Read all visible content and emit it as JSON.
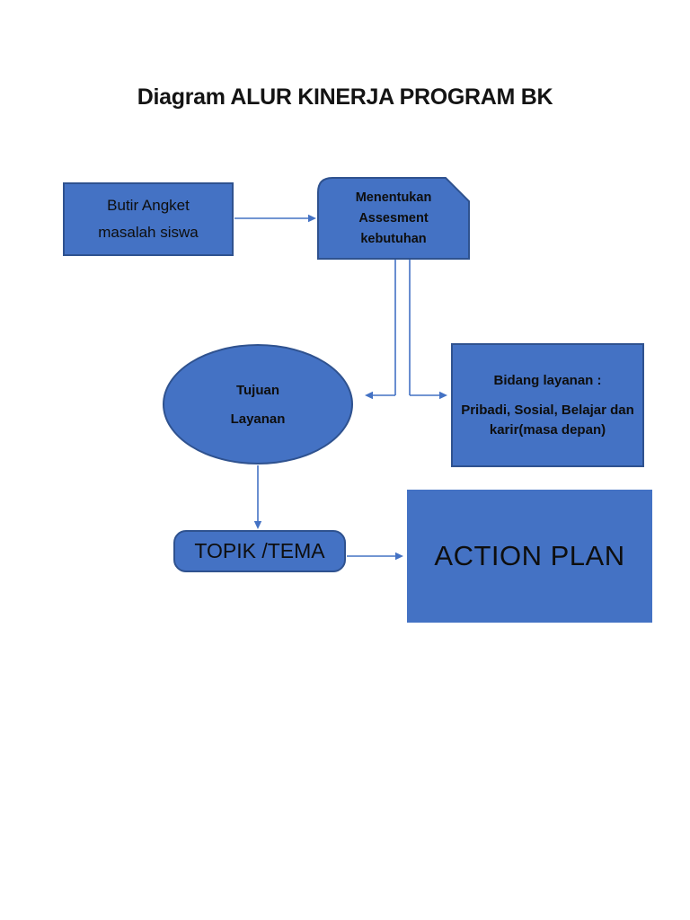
{
  "title": "Diagram ALUR KINERJA PROGRAM BK",
  "colors": {
    "shape_fill": "#4472C4",
    "shape_border": "#2F528F",
    "connector": "#4472C4",
    "text": "#0e0e0e",
    "page_background": "#ffffff"
  },
  "nodes": {
    "butir": {
      "id": "butir-angket",
      "shape": "rectangle",
      "text": "Butir Angket masalah siswa"
    },
    "assessment": {
      "id": "menentukan-assesment",
      "shape": "snip-round-rectangle",
      "lines": [
        "Menentukan",
        "Assesment",
        "kebutuhan"
      ]
    },
    "tujuan": {
      "id": "tujuan-layanan",
      "shape": "ellipse",
      "lines": [
        "Tujuan",
        "Layanan"
      ]
    },
    "bidang": {
      "id": "bidang-layanan",
      "shape": "rectangle",
      "line1": "Bidang layanan :",
      "line2": "Pribadi, Sosial, Belajar dan karir(masa depan)"
    },
    "topik": {
      "id": "topik-tema",
      "shape": "rounded-rectangle",
      "text": "TOPIK /TEMA"
    },
    "action": {
      "id": "action-plan",
      "shape": "rectangle",
      "text": "ACTION PLAN"
    }
  },
  "edges": [
    {
      "from": "butir-angket",
      "to": "menentukan-assesment",
      "style": "arrow-right"
    },
    {
      "from": "menentukan-assesment",
      "to": "tujuan-layanan",
      "style": "elbow-down-left"
    },
    {
      "from": "menentukan-assesment",
      "to": "bidang-layanan",
      "style": "elbow-down-right"
    },
    {
      "from": "tujuan-layanan",
      "to": "topik-tema",
      "style": "arrow-down"
    },
    {
      "from": "topik-tema",
      "to": "action-plan",
      "style": "arrow-right"
    }
  ]
}
